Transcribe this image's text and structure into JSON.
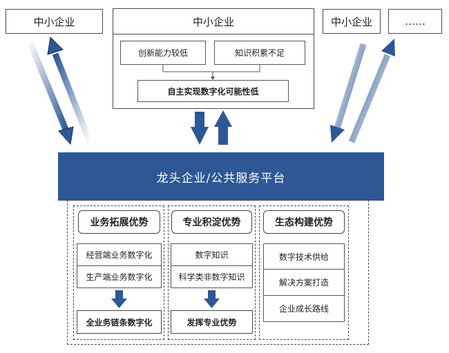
{
  "top": {
    "left_sme": "中小企业",
    "center_sme": {
      "title": "中小企业",
      "issues": [
        "创新能力较低",
        "知识积累不足"
      ],
      "result": "自主实现数字化可能性低"
    },
    "right_sme": "中小企业",
    "ellipsis": "……"
  },
  "platform": {
    "label": "龙头企业/公共服务平台"
  },
  "columns": [
    {
      "header": "业务拓展优势",
      "items": [
        "经营端业务数字化",
        "生产端业务数字化"
      ],
      "result": "全业务链条数字化"
    },
    {
      "header": "专业积淀优势",
      "items": [
        "数字知识",
        "科学类非数字知识"
      ],
      "result": "发挥专业优势"
    },
    {
      "header": "生态构建优势",
      "items": [
        "数字技术供给",
        "解决方案打造",
        "企业成长路线"
      ]
    }
  ],
  "colors": {
    "platform_fill": "#2e5796",
    "arrow_fill": "#2e5796"
  }
}
